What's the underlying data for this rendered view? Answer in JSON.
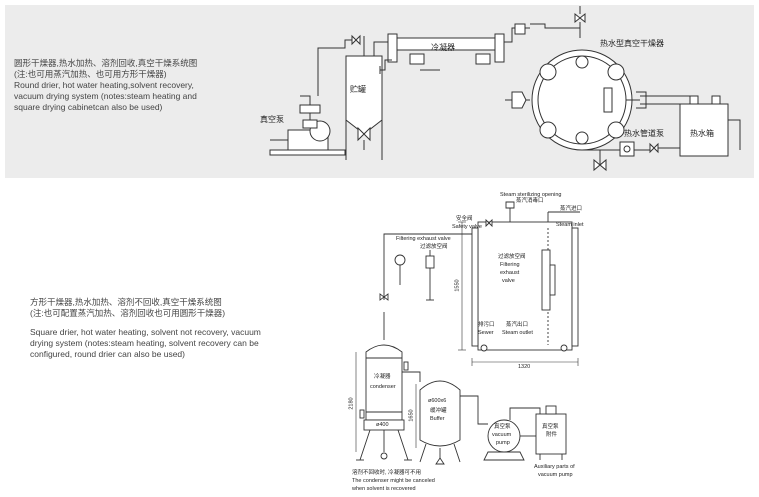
{
  "top": {
    "desc_cn": "圆形干燥器,热水加热、溶剂回收,真空干燥系统图",
    "desc_cn_note": "(注:也可用蒸汽加热、也可用方形干燥器)",
    "desc_en_1": "Round drier, hot water heating,solvent recovery,",
    "desc_en_2": "vacuum drying system (notes:steam heating and",
    "desc_en_3": "square drying cabinetcan also be used)",
    "labels": {
      "condenser": "冷凝器",
      "storage_tank": "贮罐",
      "vacuum_pump": "真空泵",
      "hot_water_dryer": "热水型真空干燥器",
      "hot_water_pump": "热水管道泵",
      "hot_water_tank": "热水箱"
    }
  },
  "bottom": {
    "desc_cn": "方形干燥器,热水加热、溶剂不回收,真空干燥系统图",
    "desc_cn_note": "(注:也可配置蒸汽加热、溶剂回收也可用圆形干燥器)",
    "desc_en_1": "Square drier, hot water heating, solvent not recovery, vacuum",
    "desc_en_2": "drying system (notes:steam heating, solvent recovery can be",
    "desc_en_3": "configured, round drier can also be used)",
    "labels": {
      "steam_open_en": "Steam sterilizing opening",
      "steam_open_cn": "蒸汽消毒口",
      "steam_inlet_cn": "蒸汽进口",
      "steam_inlet_en": "Steam inlet",
      "safety_cn": "安全阀",
      "safety_en": "Safety valve",
      "filter_en": "Filtering exhaust valve",
      "filter_cn": "过滤放空阀",
      "filter2_cn": "过滤放空阀",
      "filter2_en_1": "Filtering",
      "filter2_en_2": "exhaust",
      "filter2_en_3": "valve",
      "sewer_cn": "排污口",
      "sewer_en": "Sewer",
      "steam_outlet_cn": "蒸汽出口",
      "steam_outlet_en": "Steam outlet",
      "dim_height": "1550",
      "dim_width": "1320",
      "condenser_cn": "冷凝器",
      "condenser_en": "condenser",
      "condenser_dia": "ø400",
      "dim_cond_h": "2180",
      "buffer_dia": "ø600x6",
      "buffer_cn": "缓冲罐",
      "buffer_en": "Buffer",
      "dim_buffer_h": "1650",
      "pump_cn": "真空泵",
      "pump_en_1": "vacuum",
      "pump_en_2": "pump",
      "aux_cn_1": "真空泵",
      "aux_cn_2": "附件",
      "aux_en_1": "Auxiliary parts of",
      "aux_en_2": "vacuum pump",
      "note_cn": "溶剂不回收时, 冷凝器可不用",
      "note_en_1": "The condenser might be canceled",
      "note_en_2": "when solvent is recovered"
    }
  }
}
